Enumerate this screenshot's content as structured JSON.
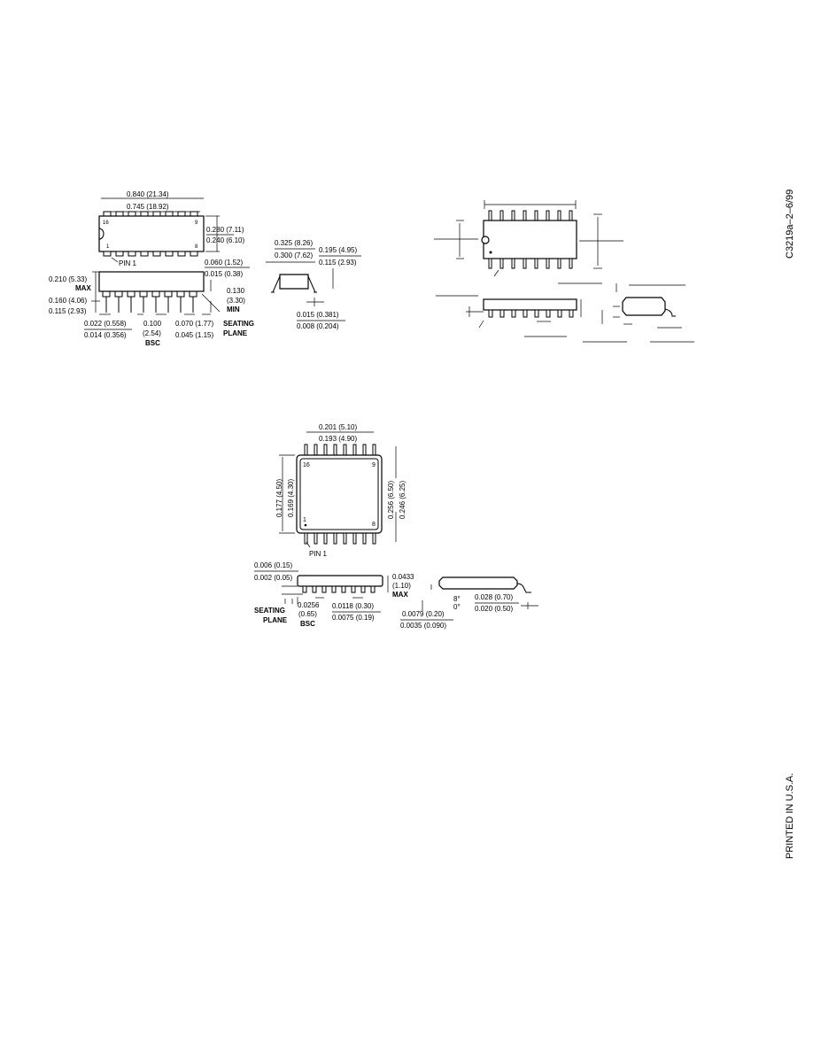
{
  "side_text": {
    "doc_code": "C3219a–2–6/99",
    "printed": "PRINTED IN U.S.A."
  },
  "dip": {
    "length_max": "0.840 (21.34)",
    "length_min": "0.745 (18.92)",
    "width_max": "0.280 (7.11)",
    "width_min": "0.240 (6.10)",
    "pin16": "16",
    "pin9": "9",
    "pin1": "1",
    "pin8": "8",
    "pin1_label": "PIN 1",
    "height_max_a": "0.210 (5.33)",
    "height_max_b": "MAX",
    "seat_a": "0.060 (1.52)",
    "seat_b": "0.015 (0.38)",
    "lead_len_a": "0.130",
    "lead_len_b": "(3.30)",
    "lead_len_c": "MIN",
    "body_h_a": "0.160 (4.06)",
    "body_h_b": "0.115 (2.93)",
    "lead_w_a": "0.022 (0.558)",
    "lead_w_b": "0.014 (0.356)",
    "pitch_a": "0.100",
    "pitch_b": "(2.54)",
    "pitch_c": "BSC",
    "shoulder_a": "0.070 (1.77)",
    "shoulder_b": "0.045 (1.15)",
    "seating_a": "SEATING",
    "seating_b": "PLANE",
    "row_a": "0.325 (8.26)",
    "row_b": "0.300 (7.62)",
    "end_a": "0.195 (4.95)",
    "end_b": "0.115 (2.93)",
    "thick_a": "0.015 (0.381)",
    "thick_b": "0.008 (0.204)"
  },
  "tssop": {
    "length_max": "0.201 (5.10)",
    "length_min": "0.193 (4.90)",
    "pin16": "16",
    "pin9": "9",
    "pin1": "1",
    "pin8": "8",
    "body_w_a": "0.177 (4.50)",
    "body_w_b": "0.169 (4.30)",
    "span_a": "0.256 (6.50)",
    "span_b": "0.246 (6.25)",
    "pin1_label": "PIN 1",
    "standoff_a": "0.006 (0.15)",
    "standoff_b": "0.002 (0.05)",
    "height_a": "0.0433",
    "height_b": "(1.10)",
    "height_c": "MAX",
    "seating_a": "SEATING",
    "seating_b": "PLANE",
    "pitch_a": "0.0256",
    "pitch_b": "(0.65)",
    "pitch_c": "BSC",
    "lead_w_a": "0.0118 (0.30)",
    "lead_w_b": "0.0075 (0.19)",
    "angle_a": "8°",
    "angle_b": "0°",
    "foot_a": "0.028 (0.70)",
    "foot_b": "0.020 (0.50)",
    "thick_a": "0.0079 (0.20)",
    "thick_b": "0.0035 (0.090)"
  }
}
